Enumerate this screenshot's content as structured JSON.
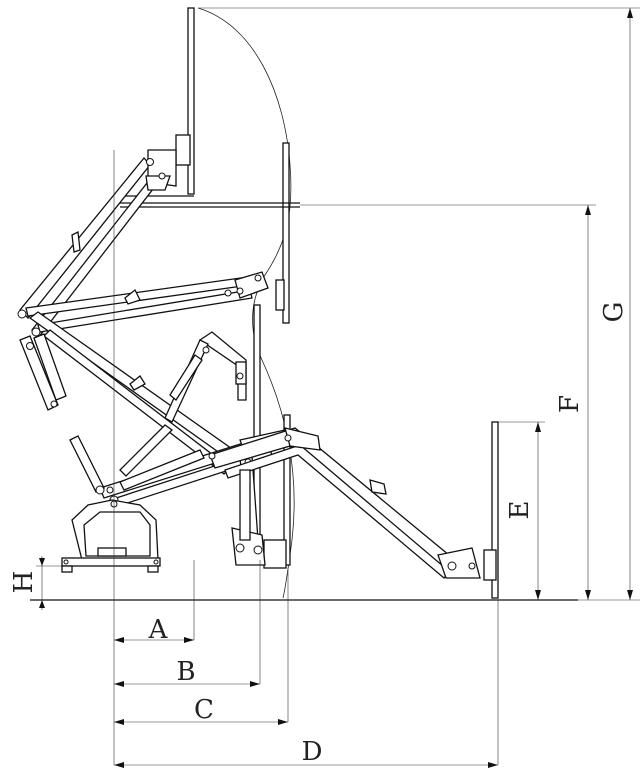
{
  "diagram": {
    "dimension_labels": {
      "a": "A",
      "b": "B",
      "c": "C",
      "d": "D",
      "e": "E",
      "f": "F",
      "g": "G",
      "h": "H"
    }
  }
}
